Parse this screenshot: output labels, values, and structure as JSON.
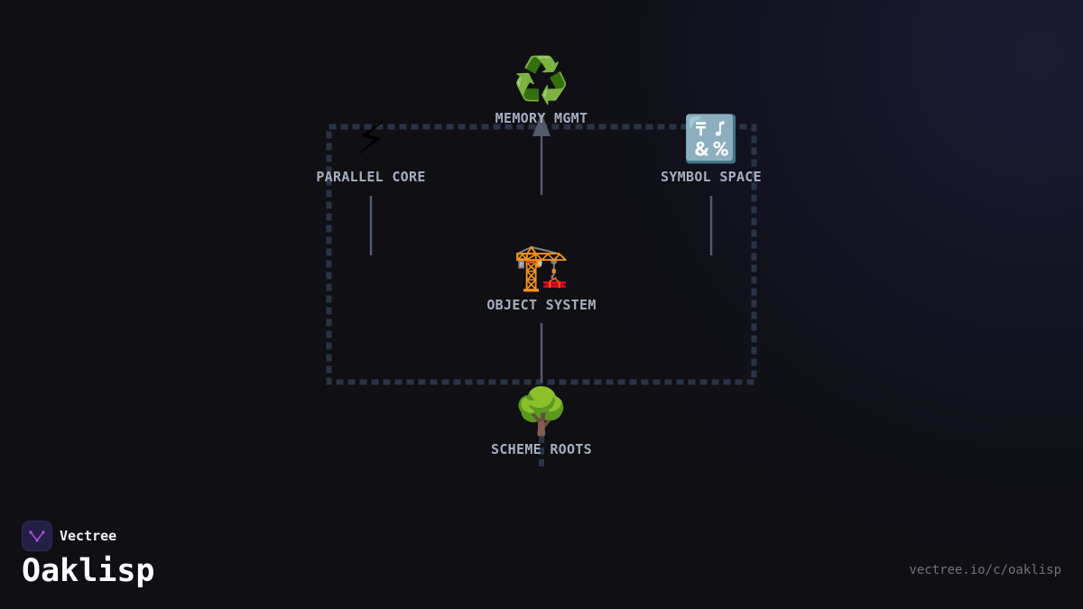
{
  "brand": {
    "name": "Vectree",
    "logo_color": "#a24bd9"
  },
  "page": {
    "title": "Oaklisp",
    "url": "vectree.io/c/oaklisp"
  },
  "diagram": {
    "group_border_color": "#2a3346",
    "connector_color": "#525a6c",
    "nodes": [
      {
        "id": "memory",
        "label": "MEMORY MGMT",
        "icon": "recycle-icon",
        "glyph": "♻️"
      },
      {
        "id": "parallel",
        "label": "PARALLEL CORE",
        "icon": "lightning-icon",
        "glyph": "⚡"
      },
      {
        "id": "symbol",
        "label": "SYMBOL SPACE",
        "icon": "symbols-icon",
        "glyph": "🔣"
      },
      {
        "id": "object",
        "label": "OBJECT SYSTEM",
        "icon": "crane-icon",
        "glyph": "🏗️"
      },
      {
        "id": "scheme",
        "label": "SCHEME ROOTS",
        "icon": "tree-icon",
        "glyph": "🌳"
      }
    ],
    "edges": [
      {
        "from": "object",
        "to": "memory",
        "arrow": true
      },
      {
        "from": "object",
        "to": "parallel",
        "arrow": false
      },
      {
        "from": "object",
        "to": "symbol",
        "arrow": false
      },
      {
        "from": "scheme",
        "to": "object",
        "arrow": false
      }
    ]
  }
}
